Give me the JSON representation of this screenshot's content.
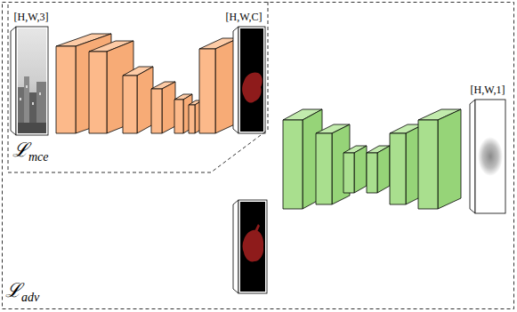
{
  "diagram": {
    "nodes": [
      {
        "text": [
          "ℒ",
          "adv"
        ]
      },
      {
        "text": [
          "ℒ",
          "mce"
        ],
        "in": 0
      },
      {
        "text": [
          "[H,W,3]"
        ],
        "in": 1
      },
      {
        "text": [
          "[H,W,C]"
        ],
        "in": 1
      },
      {
        "text": [
          "[H,W,1]"
        ],
        "in": 0
      }
    ]
  }
}
